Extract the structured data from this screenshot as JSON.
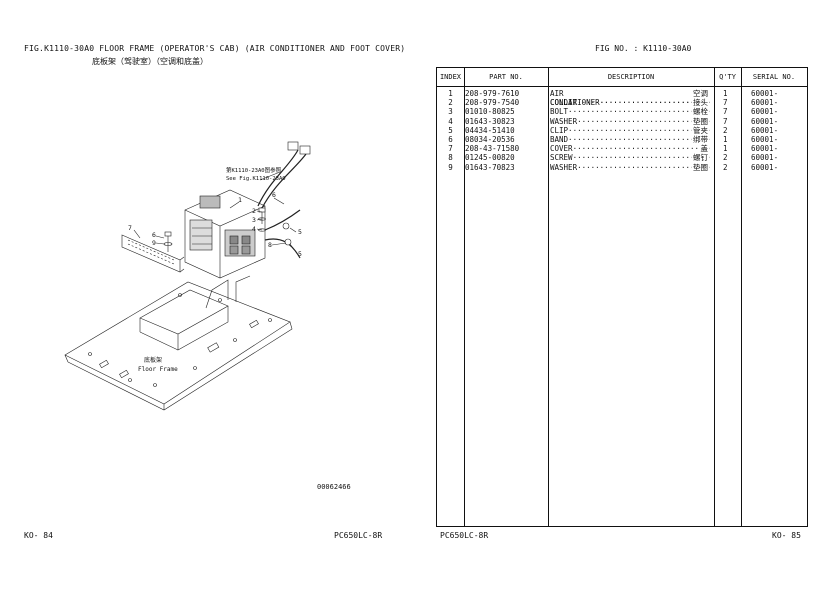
{
  "header": {
    "fig_title": "FIG.K1110-30A0   FLOOR FRAME (OPERATOR'S CAB) (AIR CONDITIONER AND FOOT COVER)",
    "fig_subtitle": "底板架（驾驶室）（空调和底盖）",
    "fig_no": "FIG NO. : K1110-30A0"
  },
  "illustration": {
    "ref_note_cn": "第K1110-23A0图参照",
    "ref_note_en": "See Fig.K1110-23A0",
    "floor_label_cn": "底板架",
    "floor_label_en": "Floor Frame",
    "drawing_no": "00062466",
    "callouts": [
      "1",
      "2",
      "3",
      "4",
      "5",
      "5",
      "6",
      "6",
      "7",
      "8",
      "9"
    ]
  },
  "table": {
    "headers": {
      "index": "INDEX",
      "part_no": "PART  NO.",
      "description": "DESCRIPTION",
      "qty": "Q'TY",
      "serial": "SERIAL NO."
    },
    "rows": [
      {
        "index": "1",
        "part_no": "208-979-7610",
        "desc_en": "AIR CONDITIONER··························",
        "desc_cn": "空调",
        "qty": "1",
        "serial": "60001-"
      },
      {
        "index": "2",
        "part_no": "208-979-7540",
        "desc_en": "COLLAR·································",
        "desc_cn": "接头",
        "qty": "7",
        "serial": "60001-"
      },
      {
        "index": "3",
        "part_no": "01010-80825",
        "desc_en": "BOLT···································",
        "desc_cn": "螺栓",
        "qty": "7",
        "serial": "60001-"
      },
      {
        "index": "4",
        "part_no": "01643-30823",
        "desc_en": "WASHER·································",
        "desc_cn": "垫圈",
        "qty": "7",
        "serial": "60001-"
      },
      {
        "index": "5",
        "part_no": "04434-51410",
        "desc_en": "CLIP···································",
        "desc_cn": "管夹",
        "qty": "2",
        "serial": "60001-"
      },
      {
        "index": "6",
        "part_no": "08034-20536",
        "desc_en": "BAND···································",
        "desc_cn": "绑带",
        "qty": "1",
        "serial": "60001-"
      },
      {
        "index": "7",
        "part_no": "208-43-71580",
        "desc_en": "COVER··································",
        "desc_cn": "盖",
        "qty": "1",
        "serial": "60001-"
      },
      {
        "index": "8",
        "part_no": "01245-00820",
        "desc_en": "SCREW··································",
        "desc_cn": "螺钉",
        "qty": "2",
        "serial": "60001-"
      },
      {
        "index": "9",
        "part_no": "01643-70823",
        "desc_en": "WASHER·································",
        "desc_cn": "垫圈",
        "qty": "2",
        "serial": "60001-"
      }
    ]
  },
  "footer": {
    "page_left": "KO-   84",
    "model_left": "PC650LC-8R",
    "model_right": "PC650LC-8R",
    "page_right": "KO-   85"
  }
}
